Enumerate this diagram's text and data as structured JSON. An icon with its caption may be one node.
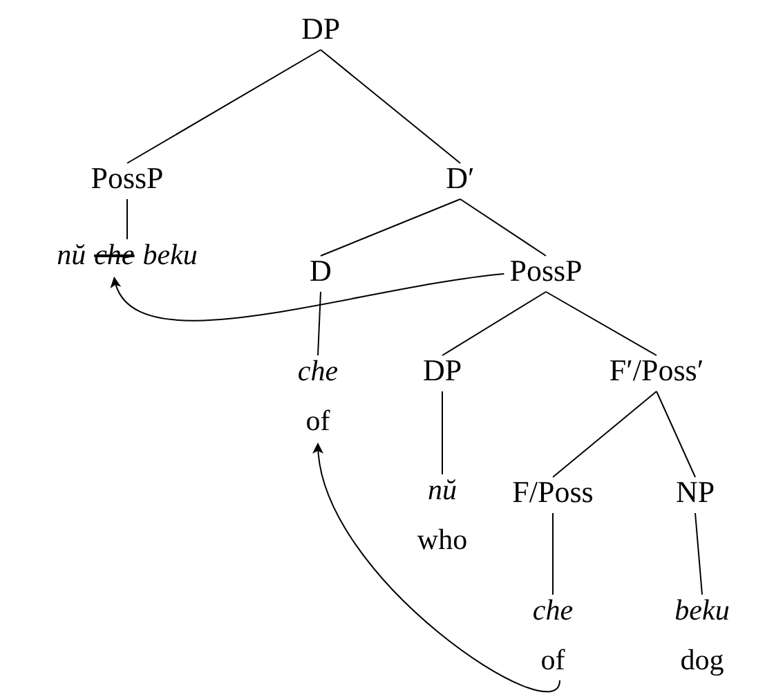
{
  "diagram": {
    "nodes": [
      {
        "text": [
          "DP"
        ]
      },
      {
        "text": [
          "PossP"
        ]
      },
      {
        "text": [
          "D′"
        ]
      },
      {
        "text": [
          "nŭ",
          "che",
          "beku"
        ]
      },
      {
        "text": [
          "D"
        ]
      },
      {
        "text": [
          "PossP"
        ]
      },
      {
        "text": [
          "che",
          "of"
        ]
      },
      {
        "text": [
          "DP"
        ]
      },
      {
        "text": [
          "F′/Poss′"
        ]
      },
      {
        "text": [
          "nŭ",
          "who"
        ]
      },
      {
        "text": [
          "F/Poss"
        ]
      },
      {
        "text": [
          "NP"
        ]
      },
      {
        "text": [
          "che",
          "of"
        ]
      },
      {
        "text": [
          "beku",
          "dog"
        ]
      }
    ],
    "edges": [
      {
        "from": 0,
        "to": 1,
        "arrow": "none"
      },
      {
        "from": 0,
        "to": 2,
        "arrow": "none"
      },
      {
        "from": 1,
        "to": 3,
        "arrow": "none"
      },
      {
        "from": 2,
        "to": 4,
        "arrow": "none"
      },
      {
        "from": 2,
        "to": 5,
        "arrow": "none"
      },
      {
        "from": 4,
        "to": 6,
        "arrow": "none"
      },
      {
        "from": 5,
        "to": 7,
        "arrow": "none"
      },
      {
        "from": 5,
        "to": 8,
        "arrow": "none"
      },
      {
        "from": 7,
        "to": 9,
        "arrow": "none"
      },
      {
        "from": 8,
        "to": 10,
        "arrow": "none"
      },
      {
        "from": 8,
        "to": 11,
        "arrow": "none"
      },
      {
        "from": 10,
        "to": 12,
        "arrow": "none"
      },
      {
        "from": 11,
        "to": 13,
        "arrow": "none"
      },
      {
        "from": 5,
        "to": 3,
        "arrow": "to"
      },
      {
        "from": 12,
        "to": 6,
        "arrow": "to"
      }
    ]
  }
}
